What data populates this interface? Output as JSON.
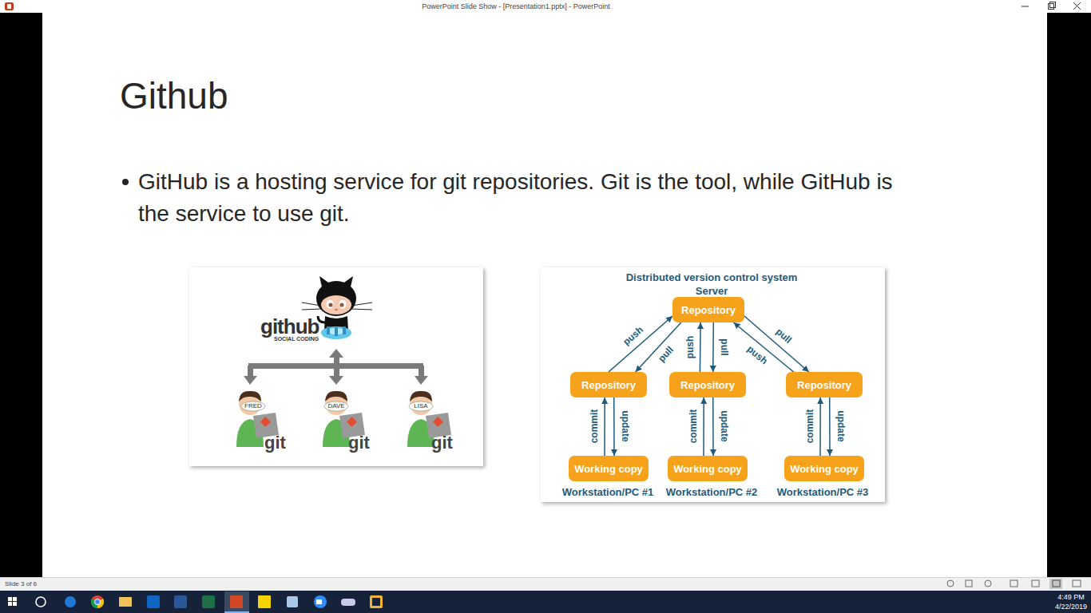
{
  "diagram": {
    "title": "Github",
    "nodes": [
      {
        "text": [
          "Repository"
        ]
      },
      {
        "text": [
          "Repository"
        ]
      },
      {
        "text": [
          "Repository"
        ]
      },
      {
        "text": [
          "Repository"
        ]
      },
      {
        "text": [
          "Working copy"
        ]
      },
      {
        "text": [
          "Working copy"
        ]
      },
      {
        "text": [
          "Working copy"
        ]
      }
    ],
    "edges": [
      {
        "from": 1,
        "to": 0,
        "label": "push",
        "arrow": "to"
      },
      {
        "from": 0,
        "to": 1,
        "label": "pull",
        "arrow": "to"
      },
      {
        "from": 2,
        "to": 0,
        "label": "push",
        "arrow": "to"
      },
      {
        "from": 0,
        "to": 2,
        "label": "pull",
        "arrow": "to"
      },
      {
        "from": 3,
        "to": 0,
        "label": "push",
        "arrow": "to"
      },
      {
        "from": 0,
        "to": 3,
        "label": "pull",
        "arrow": "to"
      },
      {
        "from": 4,
        "to": 1,
        "label": "commit",
        "arrow": "to"
      },
      {
        "from": 1,
        "to": 4,
        "label": "update",
        "arrow": "to"
      },
      {
        "from": 5,
        "to": 2,
        "label": "commit",
        "arrow": "to"
      },
      {
        "from": 2,
        "to": 5,
        "label": "update",
        "arrow": "to"
      },
      {
        "from": 6,
        "to": 3,
        "label": "commit",
        "arrow": "to"
      },
      {
        "from": 3,
        "to": 6,
        "label": "update",
        "arrow": "to"
      }
    ],
    "labels": [
      "PowerPoint Slide Show - [Presentation1.pptx] - PowerPoint",
      "GitHub is a hosting service for git repositories. Git is the tool, while GitHub is the service to use git.",
      "github",
      "SOCIAL CODING",
      "FRED",
      "DAVE",
      "LISA",
      "git",
      "git",
      "git",
      "Distributed version control system",
      "Server",
      "Workstation/PC #1",
      "Workstation/PC #2",
      "Workstation/PC #3",
      "Slide 3 of 6",
      "4:49 PM",
      "4/22/2019"
    ]
  }
}
